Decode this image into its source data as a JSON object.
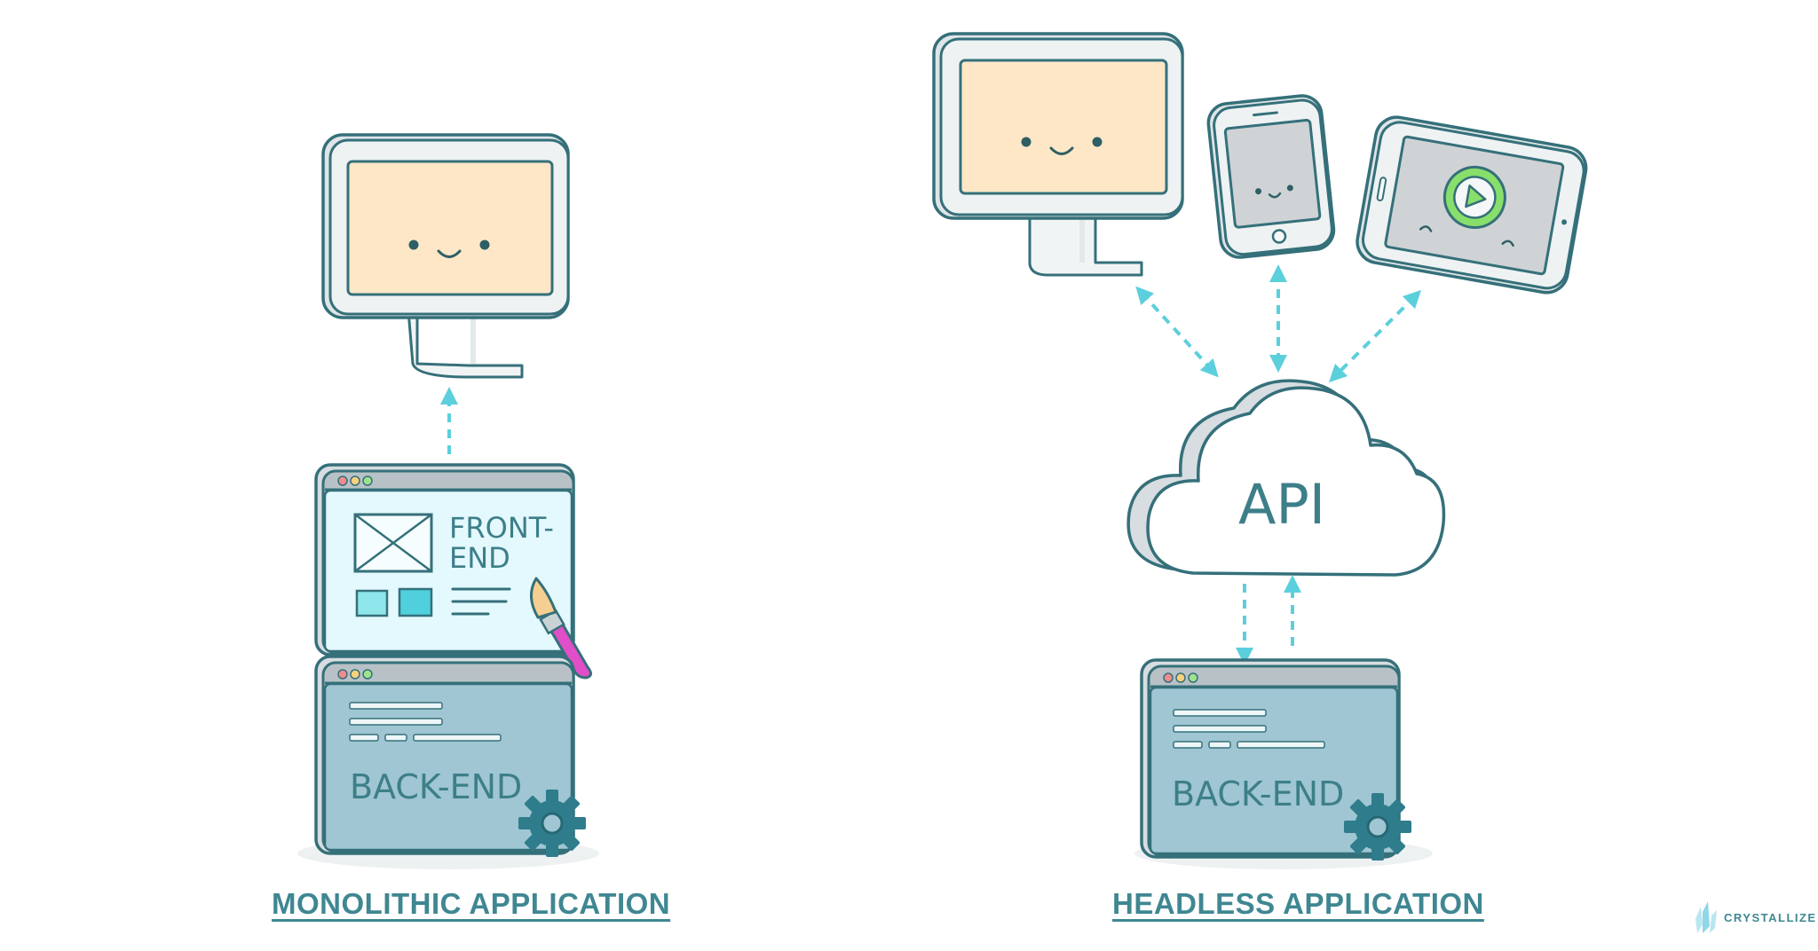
{
  "labels": {
    "front_end_line1": "FRONT-",
    "front_end_line2": "END",
    "back_end_left": "BACK-END",
    "back_end_right": "BACK-END",
    "api": "API"
  },
  "captions": {
    "monolithic": "MONOLITHIC APPLICATION",
    "headless": "HEADLESS APPLICATION"
  },
  "brand": {
    "name": "CRYSTALLIZE",
    "icon": "crystal-icon"
  },
  "colors": {
    "outline": "#35707a",
    "screen_peach": "#fde7c7",
    "bezel": "#eef2f3",
    "frontend_screen": "#e3f9fd",
    "backend_body": "#9fc6d2",
    "arrow": "#5ccfdc",
    "gear": "#2f7d8c",
    "brush_handle": "#e04ec8",
    "brush_tip": "#f5cf91",
    "caption": "#3f8792",
    "play_green": "#88df6b",
    "device_gray": "#cfd3d5"
  },
  "icons": [
    "monitor-icon",
    "phone-icon",
    "tablet-icon",
    "cloud-icon",
    "gear-icon",
    "paintbrush-icon",
    "play-icon",
    "arrow-icon"
  ]
}
